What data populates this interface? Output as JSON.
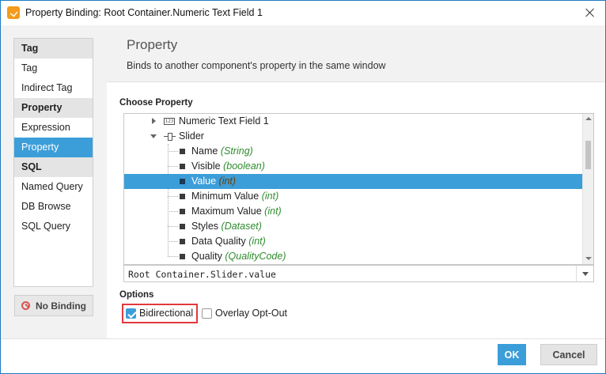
{
  "window": {
    "title": "Property Binding: Root Container.Numeric Text Field 1"
  },
  "sidebar": {
    "items": [
      {
        "label": "Tag",
        "kind": "header"
      },
      {
        "label": "Tag",
        "kind": "item"
      },
      {
        "label": "Indirect Tag",
        "kind": "item"
      },
      {
        "label": "Property",
        "kind": "header"
      },
      {
        "label": "Expression",
        "kind": "item"
      },
      {
        "label": "Property",
        "kind": "item",
        "selected": true
      },
      {
        "label": "SQL",
        "kind": "header"
      },
      {
        "label": "Named Query",
        "kind": "item"
      },
      {
        "label": "DB Browse",
        "kind": "item"
      },
      {
        "label": "SQL Query",
        "kind": "item"
      }
    ],
    "no_binding_label": "No Binding"
  },
  "header": {
    "title": "Property",
    "subtitle": "Binds to another component's property in the same window"
  },
  "chooser": {
    "label": "Choose Property",
    "tree": [
      {
        "name": "Numeric Text Field 1",
        "type": "",
        "kind": "component-collapsed"
      },
      {
        "name": "Slider",
        "type": "",
        "kind": "component-expanded"
      },
      {
        "name": "Name",
        "type": "(String)",
        "kind": "property"
      },
      {
        "name": "Visible",
        "type": "(boolean)",
        "kind": "property"
      },
      {
        "name": "Value",
        "type": "(int)",
        "kind": "property",
        "selected": true
      },
      {
        "name": "Minimum Value",
        "type": "(int)",
        "kind": "property"
      },
      {
        "name": "Maximum Value",
        "type": "(int)",
        "kind": "property"
      },
      {
        "name": "Styles",
        "type": "(Dataset)",
        "kind": "property"
      },
      {
        "name": "Data Quality",
        "type": "(int)",
        "kind": "property"
      },
      {
        "name": "Quality",
        "type": "(QualityCode)",
        "kind": "property"
      }
    ],
    "path_value": "Root Container.Slider.value"
  },
  "options": {
    "label": "Options",
    "bidirectional": {
      "label": "Bidirectional",
      "checked": true
    },
    "overlay_opt_out": {
      "label": "Overlay Opt-Out",
      "checked": false
    }
  },
  "footer": {
    "ok_label": "OK",
    "cancel_label": "Cancel"
  },
  "colors": {
    "accent": "#3c9ed9",
    "highlight_border": "#e0393e",
    "type_text": "#2e8b2e"
  }
}
